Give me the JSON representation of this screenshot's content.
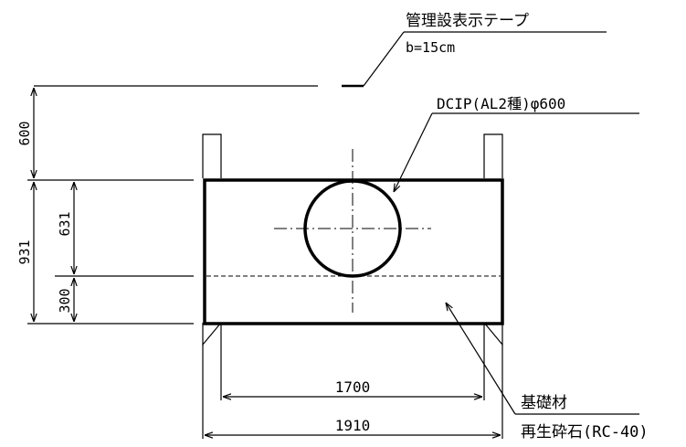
{
  "labels": {
    "tape_name": "管理設表示テープ",
    "tape_width": "b=15cm",
    "pipe": "DCIP(AL2種)φ600",
    "base_material": "基礎材",
    "base_spec": "再生砕石(RC-40)"
  },
  "dimensions": {
    "cover_depth": "600",
    "total_height": "931",
    "upper_height": "631",
    "lower_height": "300",
    "inner_width": "1700",
    "outer_width": "1910"
  }
}
